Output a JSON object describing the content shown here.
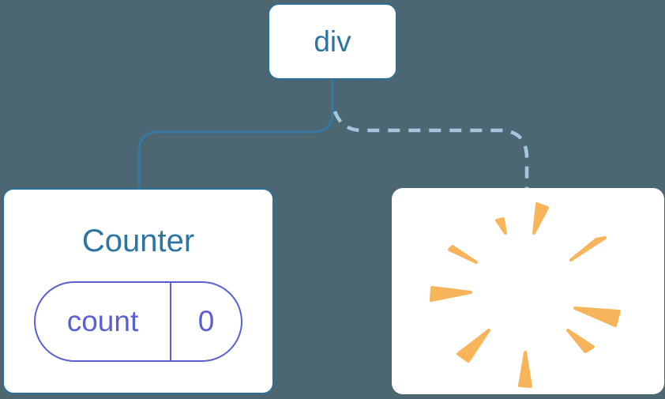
{
  "diagram": {
    "root_node": {
      "label": "div"
    },
    "edges": {
      "solid_edge_name": "div-to-counter",
      "dashed_edge_name": "div-to-removed-child"
    },
    "counter_card": {
      "title": "Counter",
      "state_pill": {
        "key": "count",
        "value": "0"
      }
    },
    "poof_card": {
      "icon": "poof-burst-icon"
    },
    "colors": {
      "background": "#4C6772",
      "card_background": "#FFFFFF",
      "node_border": "#2B6F96",
      "node_text": "#2E74A3",
      "solid_edge": "#3579A4",
      "dashed_edge": "#A5C6DE",
      "state_purple": "#5A5FD1",
      "poof_orange": "#F8B45B"
    }
  }
}
